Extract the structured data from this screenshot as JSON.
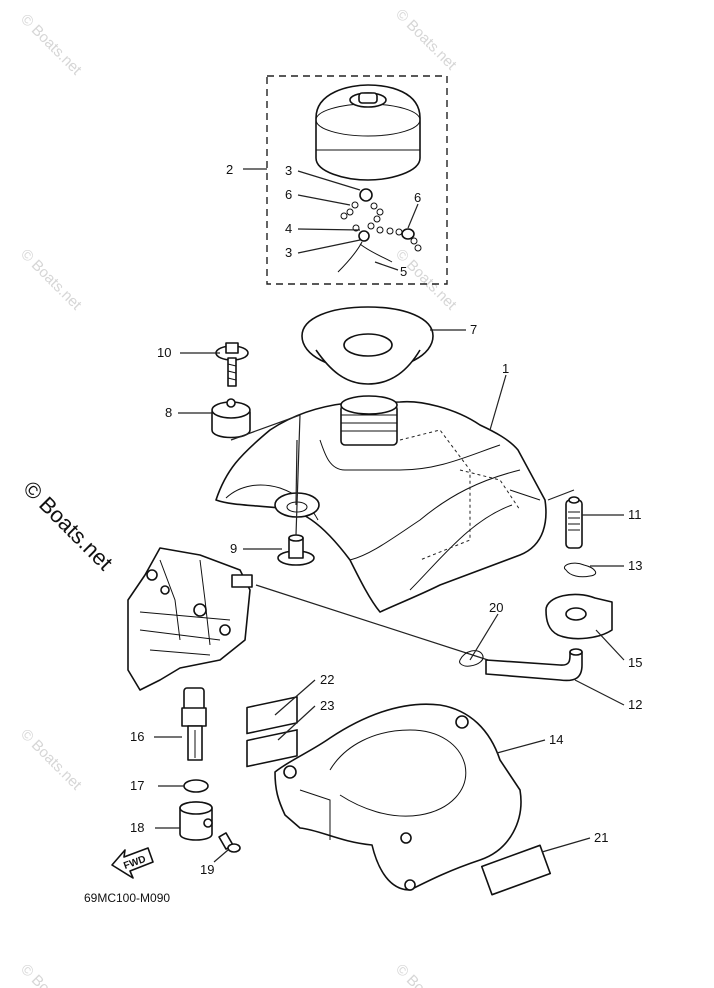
{
  "callouts": {
    "c1": "1",
    "c2": "2",
    "c3a": "3",
    "c3b": "3",
    "c4": "4",
    "c5": "5",
    "c6a": "6",
    "c6b": "6",
    "c7": "7",
    "c8": "8",
    "c9": "9",
    "c10": "10",
    "c11": "11",
    "c12": "12",
    "c13": "13",
    "c14": "14",
    "c15": "15",
    "c16": "16",
    "c17": "17",
    "c18": "18",
    "c19": "19",
    "c20": "20",
    "c21": "21",
    "c22": "22",
    "c23": "23"
  },
  "drawing_code": "69MC100-M090",
  "fwd_label": "FWD",
  "watermark": {
    "text": "© Boats.net",
    "large_text": "© Boats.net"
  },
  "colors": {
    "line": "#111111",
    "watermark": "#d6d6d6",
    "background": "#ffffff"
  }
}
